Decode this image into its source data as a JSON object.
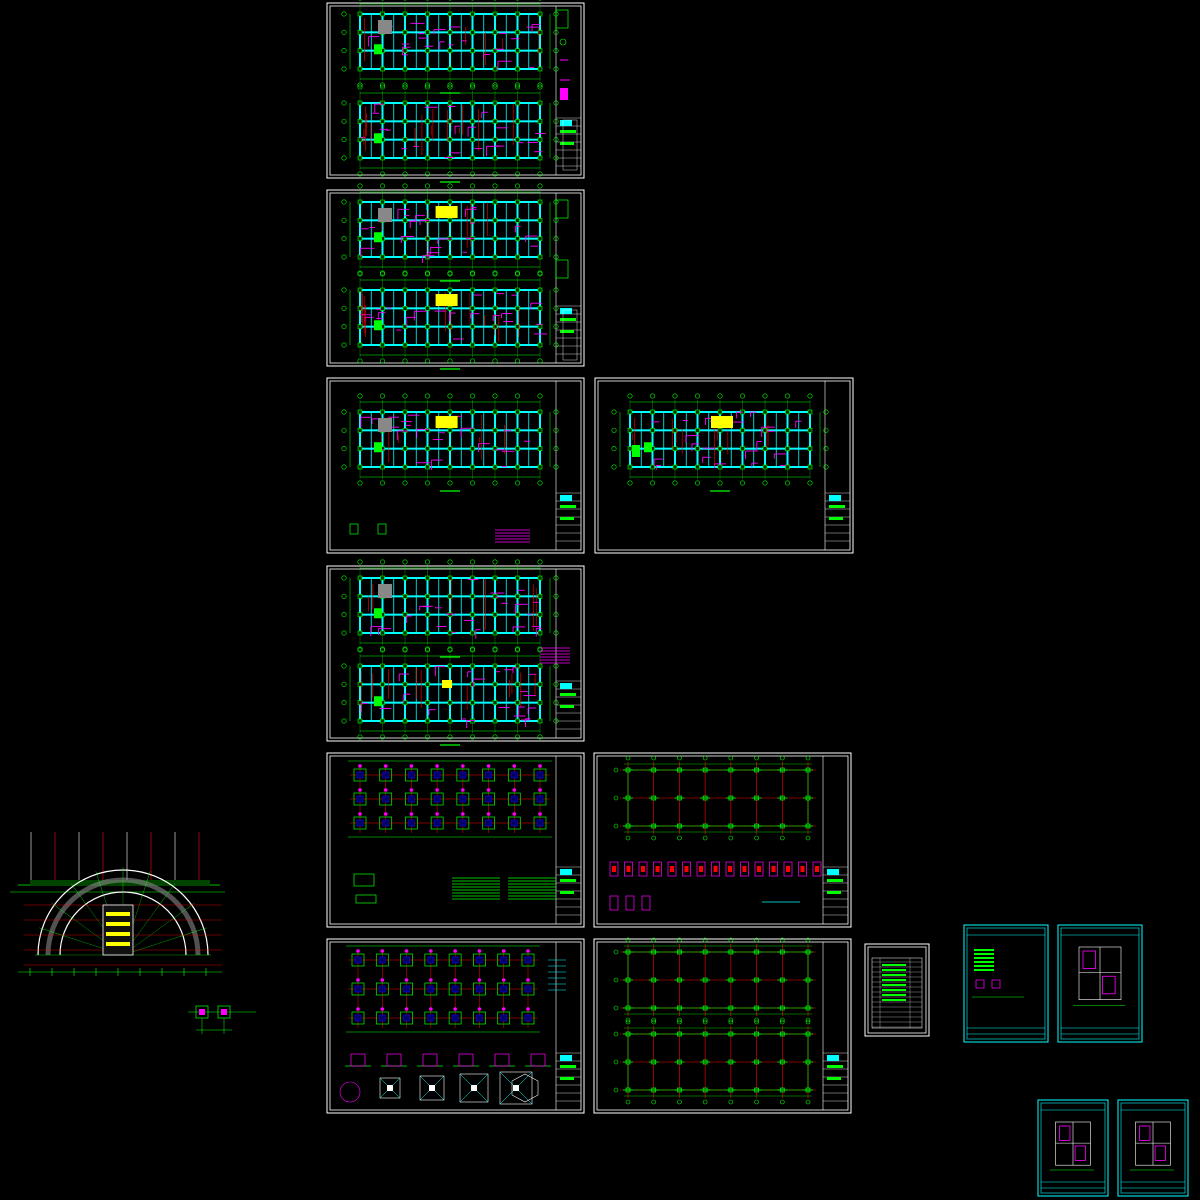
{
  "canvas": {
    "background": "#000000"
  },
  "colors": {
    "frame": "#ffffff",
    "grid_green": "#00ff00",
    "beam_cyan": "#00ffff",
    "magenta": "#ff00ff",
    "red": "#ff0000",
    "yellow": "#ffff00",
    "blue": "#0000ff",
    "grey": "#888888"
  },
  "sheets": [
    {
      "id": "sheet-floor-1",
      "kind": "plan-pair",
      "border": "#ffffff"
    },
    {
      "id": "sheet-floor-2",
      "kind": "plan-pair",
      "border": "#ffffff"
    },
    {
      "id": "sheet-floor-3",
      "kind": "plan-single",
      "border": "#ffffff"
    },
    {
      "id": "sheet-roof",
      "kind": "plan-single",
      "border": "#ffffff"
    },
    {
      "id": "sheet-floor-4",
      "kind": "plan-pair",
      "border": "#ffffff"
    },
    {
      "id": "sheet-foundation",
      "kind": "foundation",
      "border": "#ffffff"
    },
    {
      "id": "sheet-column-layout",
      "kind": "column-grid",
      "border": "#ffffff"
    },
    {
      "id": "sheet-pile-details",
      "kind": "foundation-details",
      "border": "#ffffff"
    },
    {
      "id": "sheet-beam-grid-pair",
      "kind": "column-grid-pair",
      "border": "#ffffff"
    },
    {
      "id": "sheet-drawing-index",
      "kind": "table",
      "border": "#ffffff"
    },
    {
      "id": "sheet-small-a",
      "kind": "small-cyan",
      "border": "#00ffff"
    },
    {
      "id": "sheet-small-b",
      "kind": "small-cyan",
      "border": "#00ffff"
    },
    {
      "id": "sheet-small-c",
      "kind": "small-cyan",
      "border": "#00ffff"
    },
    {
      "id": "sheet-small-d",
      "kind": "small-cyan",
      "border": "#00ffff"
    }
  ],
  "loose_drawings": [
    {
      "id": "arc-stair-plan",
      "kind": "arc-plan"
    },
    {
      "id": "small-node-detail",
      "kind": "node-detail"
    }
  ]
}
